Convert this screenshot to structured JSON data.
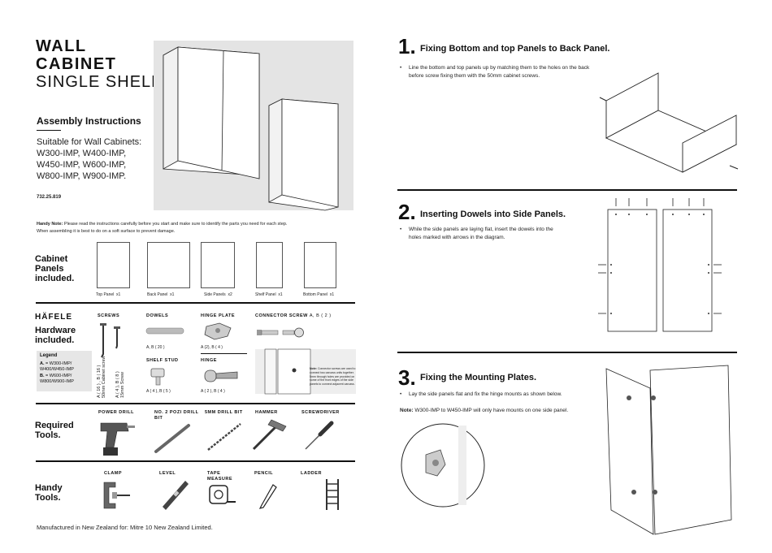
{
  "title": {
    "line1": "WALL",
    "line2": "CABINET",
    "line3": "SINGLE SHELF"
  },
  "assembly": {
    "heading": "Assembly Instructions",
    "suitable_label": "Suitable for Wall Cabinets:",
    "models": [
      "W300-IMP, W400-IMP,",
      "W450-IMP, W600-IMP,",
      "W800-IMP, W900-IMP."
    ],
    "code": "732.25.819"
  },
  "handy_note": {
    "label": "Handy Note:",
    "text": "Please read the instructions carefully before you start and make sure to identify the parts you need for each step.",
    "text2": "When assembling it is best to do on a soft surface to prevent damage."
  },
  "panels_section": {
    "label": [
      "Cabinet",
      "Panels",
      "included."
    ],
    "items": [
      {
        "name": "Top Panel",
        "qty": "x1"
      },
      {
        "name": "Back Panel",
        "qty": "x1"
      },
      {
        "name": "Side Panels",
        "qty": "x2"
      },
      {
        "name": "Shelf Panel",
        "qty": "x1"
      },
      {
        "name": "Bottom Panel",
        "qty": "x1"
      }
    ]
  },
  "hardware": {
    "brand": "HÄFELE",
    "label": [
      "Hardware",
      "included."
    ],
    "screws_label": "SCREWS",
    "screw_a": "A ( 16 ) , B ( 16 )",
    "screw_a2": "50mm Cabinet screw",
    "screw_b": "A ( 4 ), B ( 8 )",
    "screw_b2": "15mm Screw",
    "dowels_label": "DOWELS",
    "dowels_qty": "A, B ( 20 )",
    "hinge_plate_label": "HINGE PLATE",
    "hinge_plate_qty": "A (2), B ( 4 )",
    "shelf_stud_label": "SHELF STUD",
    "shelf_stud_qty": "A ( 4 ), B ( 5 )",
    "hinge_label": "HINGE",
    "hinge_qty": "A ( 2 ), B ( 4 )",
    "connector_label": "CONNECTOR SCREW",
    "connector_qty": "A, B ( 2 )",
    "note_label": "Note:",
    "note_text": "Connector screws are used to connect two carcass units together. 5mm through holes are provided on some of the front edges of the side panels to connect adjacent carcass."
  },
  "legend": {
    "title": "Legend",
    "a_label": "A.",
    "a_text": "= W300-IMP/ W400/W450-IMP",
    "b_label": "B.",
    "b_text": "= W600-IMP/ W800/W900-IMP"
  },
  "required_tools": {
    "label": [
      "Required",
      "Tools."
    ],
    "items": [
      "POWER DRILL",
      "NO. 2 POZI DRILL BIT",
      "5MM DRILL BIT",
      "HAMMER",
      "SCREWDRIVER"
    ]
  },
  "handy_tools": {
    "label": [
      "Handy",
      "Tools."
    ],
    "items": [
      "CLAMP",
      "LEVEL",
      "TAPE MEASURE",
      "PENCIL",
      "LADDER"
    ]
  },
  "footer": "Manufactured in New Zealand for:  Mitre 10 New Zealand Limited.",
  "steps": [
    {
      "num": "1.",
      "title": "Fixing Bottom and top Panels to Back Panel.",
      "bullet": "Line the bottom and top panels up by matching them to the holes on the back",
      "bullet2": "before screw fixing them with the 50mm cabinet screws."
    },
    {
      "num": "2.",
      "title": "Inserting Dowels into Side Panels.",
      "bullet": "While the side panels are laying flat, insert the dowels into the",
      "bullet2": "holes marked with arrows in the diagram."
    },
    {
      "num": "3.",
      "title": "Fixing the Mounting Plates.",
      "bullet": "Lay the side panels flat and fix the hinge mounts as shown below.",
      "note_label": "Note:",
      "note": "W300-IMP to W450-IMP will only have mounts on one side panel."
    }
  ]
}
